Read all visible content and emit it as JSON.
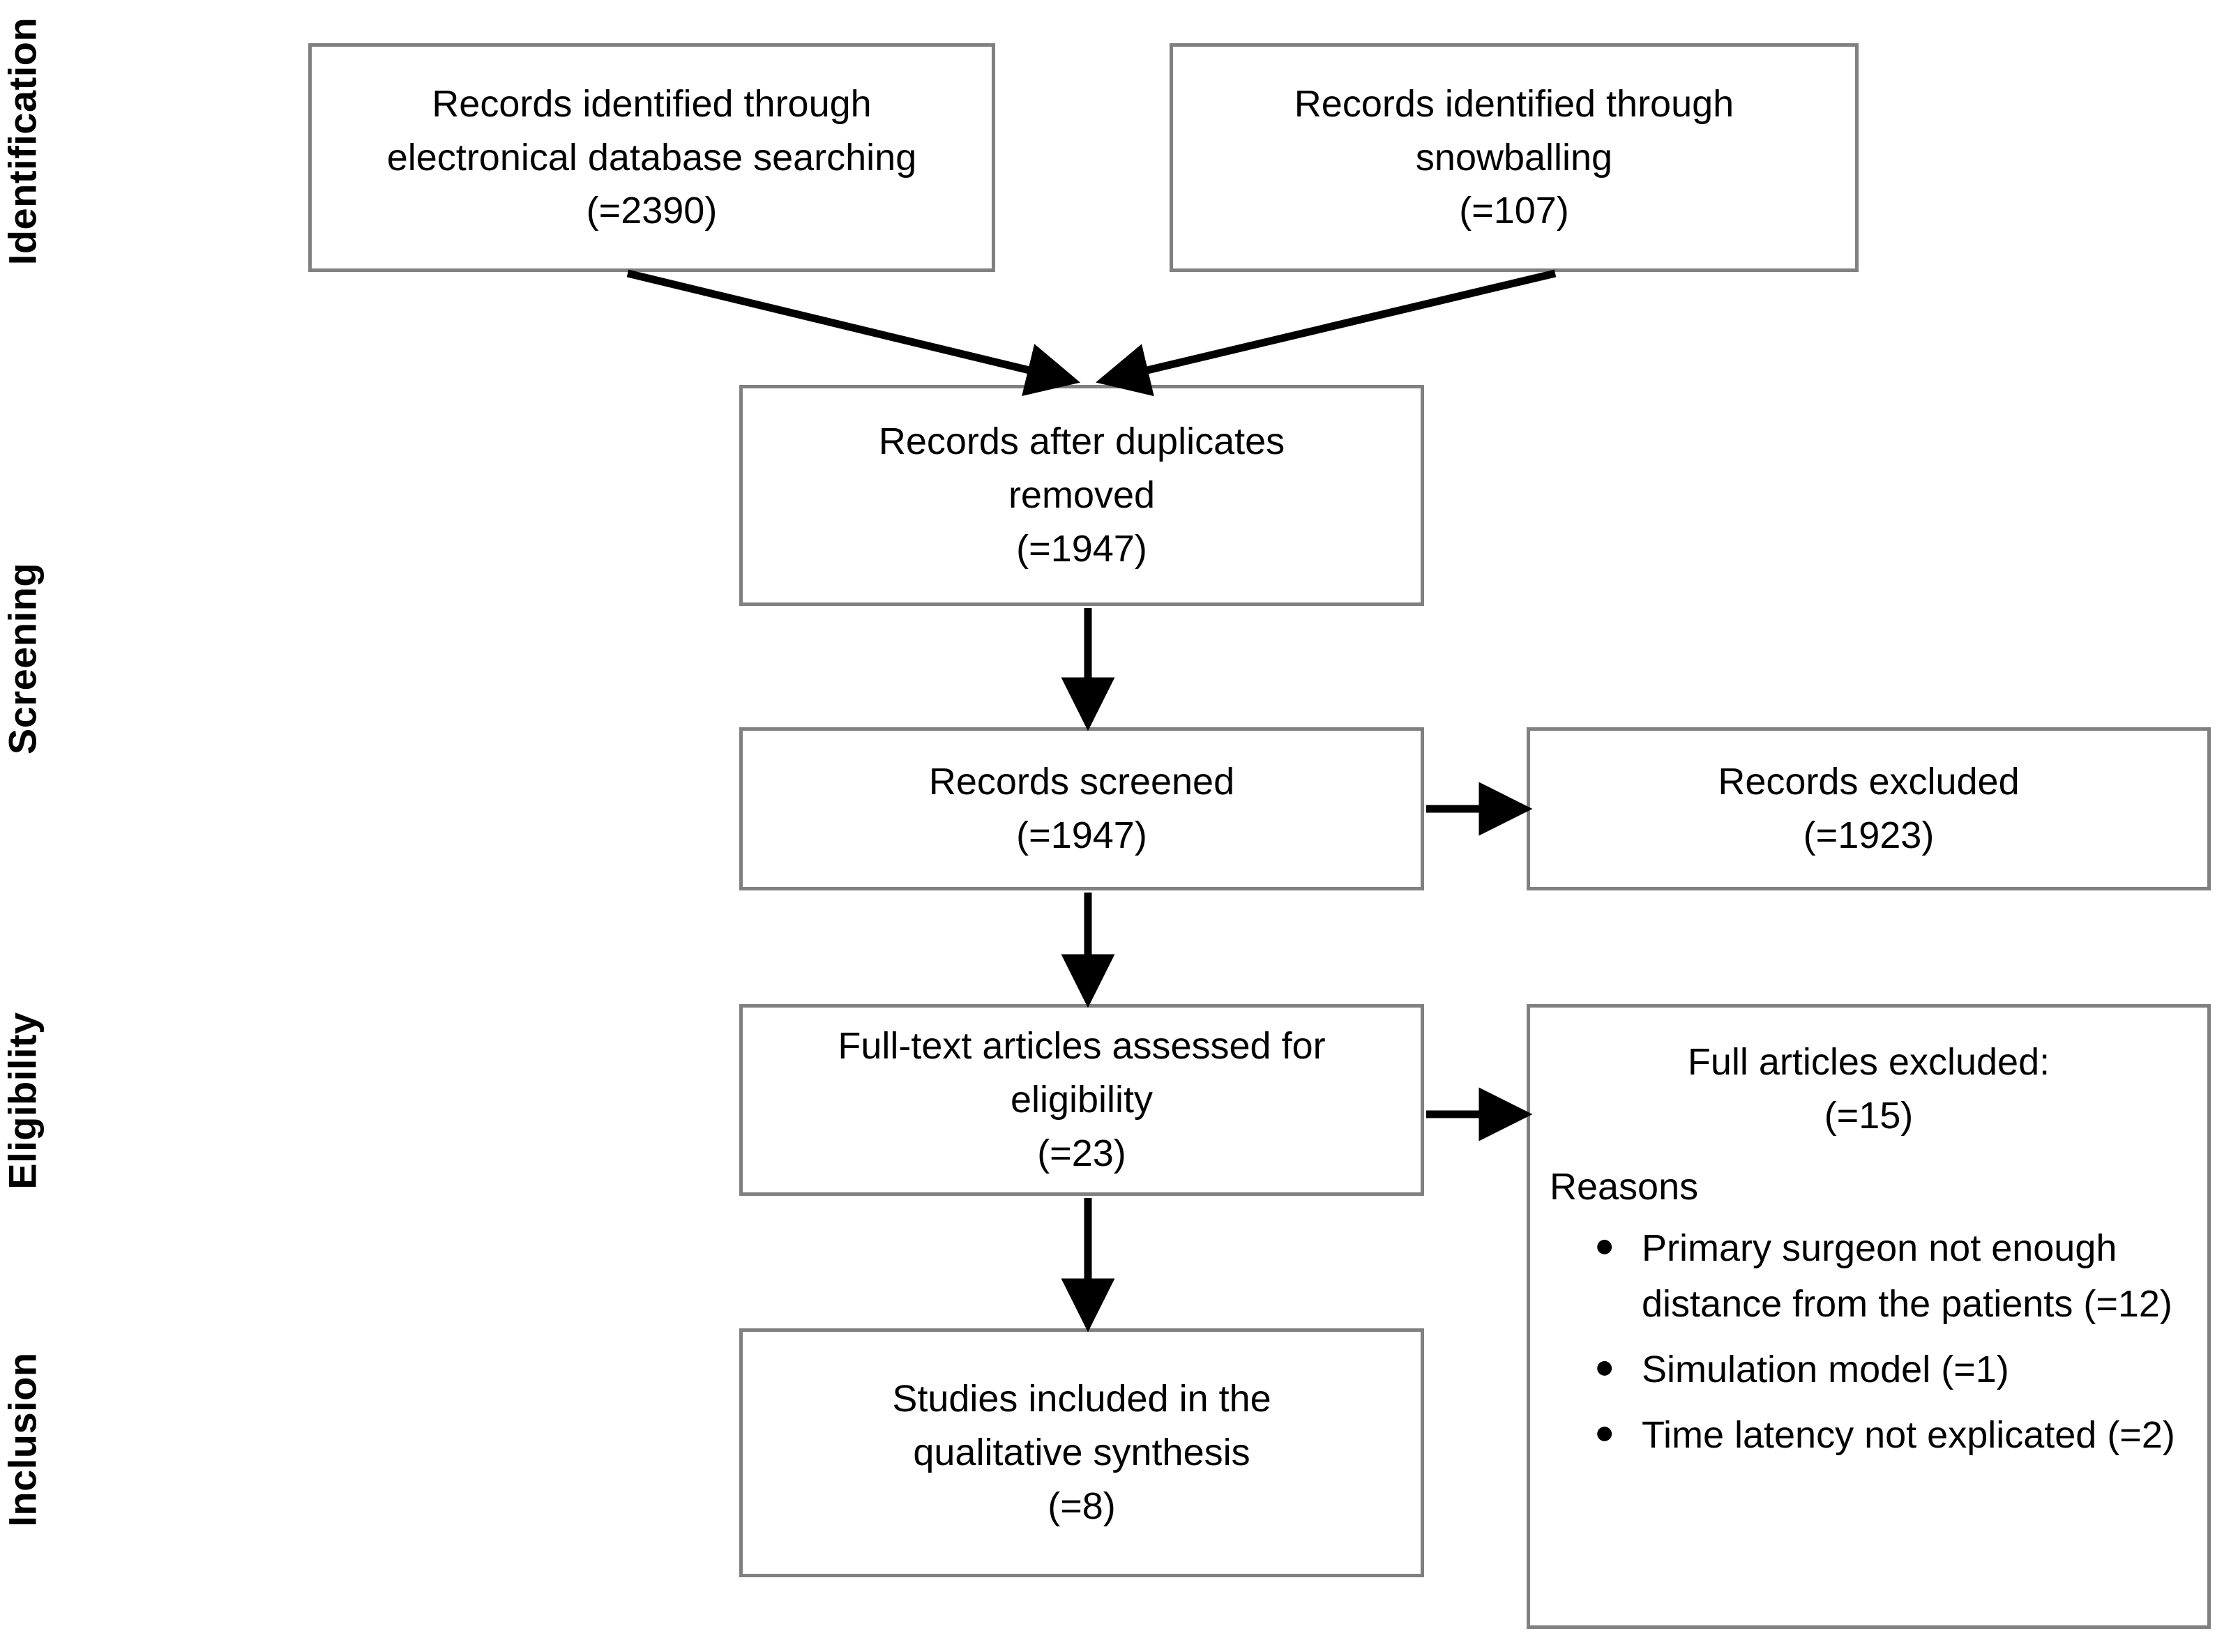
{
  "diagram": {
    "type": "prisma-flow-diagram",
    "border_color": "#808080",
    "arrow_color": "#000000",
    "background": "#ffffff"
  },
  "stages": [
    {
      "label": "Identification"
    },
    {
      "label": "Screening"
    },
    {
      "label": "Eligibility"
    },
    {
      "label": "Inclusion"
    }
  ],
  "boxes": {
    "identified_database": {
      "line1": "Records identified through",
      "line2": "electronical database searching",
      "line3": "(=2390)",
      "count": 2390
    },
    "identified_snowballing": {
      "line1": "Records identified through",
      "line2": "snowballing",
      "line3": "(=107)",
      "count": 107
    },
    "after_duplicates": {
      "line1": "Records after duplicates",
      "line2": "removed",
      "line3": "(=1947)",
      "count": 1947
    },
    "records_screened": {
      "line1": "Records screened",
      "line2": "(=1947)",
      "count": 1947
    },
    "records_excluded": {
      "line1": "Records excluded",
      "line2": "(=1923)",
      "count": 1923
    },
    "fulltext_assessed": {
      "line1": "Full-text articles assessed for",
      "line2": "eligibility",
      "line3": "(=23)",
      "count": 23
    },
    "fulltext_excluded": {
      "line1": "Full articles excluded:",
      "line2": "(=15)",
      "count": 15,
      "reasons_label": "Reasons",
      "bullet_glyph": "●",
      "reasons": [
        {
          "text": "Primary surgeon not enough distance from the patients (=12)",
          "count": 12
        },
        {
          "text": "Simulation model (=1)",
          "count": 1
        },
        {
          "text": "Time latency not explicated (=2)",
          "count": 2
        }
      ]
    },
    "studies_included": {
      "line1": "Studies included in the",
      "line2": "qualitative synthesis",
      "line3": "(=8)",
      "count": 8
    }
  }
}
